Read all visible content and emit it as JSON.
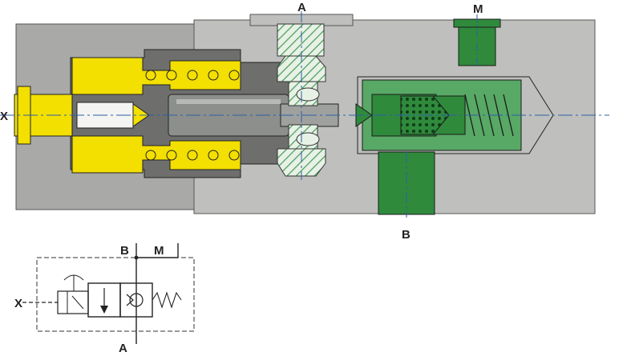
{
  "labels": {
    "port_a_top": "A",
    "port_m_top": "M",
    "port_x_left": "X",
    "port_b_bottom": "B",
    "symbol_b": "B",
    "symbol_m": "M",
    "symbol_x": "X",
    "symbol_a": "A"
  },
  "colors": {
    "body_grey": "#a9aaa8",
    "body_light": "#bfc0bd",
    "dark_grey": "#6e6f6d",
    "steel": "#8d8f8c",
    "yellow": "#f3df00",
    "green": "#2f8a3c",
    "green_light": "#58a866",
    "hatch": "#4c9e5a",
    "line": "#1b1b1b",
    "center_line": "#2b5fa8"
  }
}
